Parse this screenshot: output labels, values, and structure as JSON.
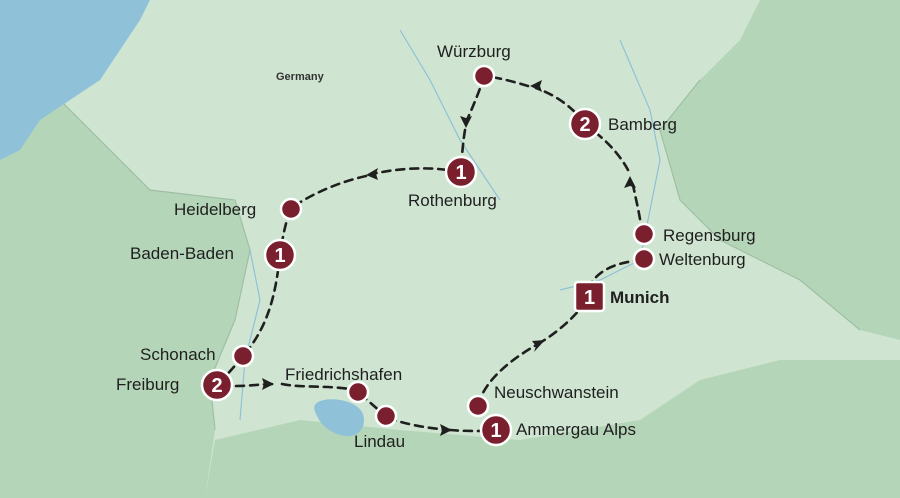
{
  "map": {
    "country_label": "Germany",
    "colors": {
      "land": "#cfe5d1",
      "land_dark": "#b5d5b9",
      "water": "#8fc1d9",
      "route": "#1f1f1f",
      "marker": "#7a1f2e"
    },
    "stops": [
      {
        "name": "Würzburg",
        "nights": null
      },
      {
        "name": "Bamberg",
        "nights": "2"
      },
      {
        "name": "Rothenburg",
        "nights": "1"
      },
      {
        "name": "Heidelberg",
        "nights": null
      },
      {
        "name": "Baden-Baden",
        "nights": "1"
      },
      {
        "name": "Regensburg",
        "nights": null
      },
      {
        "name": "Weltenburg",
        "nights": null
      },
      {
        "name": "Munich",
        "nights": "1"
      },
      {
        "name": "Schonach",
        "nights": null
      },
      {
        "name": "Freiburg",
        "nights": "2"
      },
      {
        "name": "Friedrichshafen",
        "nights": null
      },
      {
        "name": "Neuschwanstein",
        "nights": null
      },
      {
        "name": "Lindau",
        "nights": null
      },
      {
        "name": "Ammergau Alps",
        "nights": "1"
      }
    ]
  }
}
